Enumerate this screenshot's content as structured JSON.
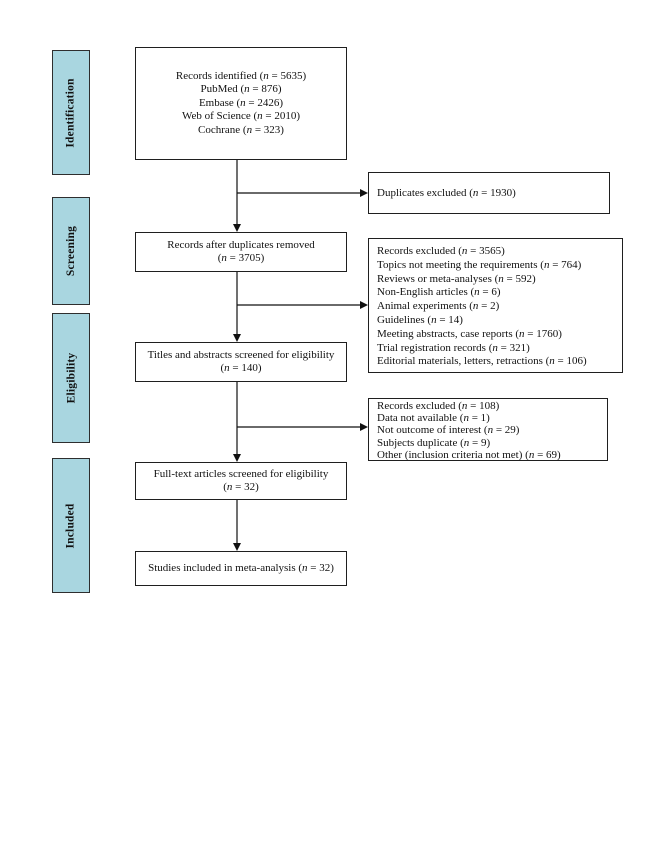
{
  "colors": {
    "stage_fill": "#a9d6e0",
    "box_border": "#1f1f1f",
    "arrow": "#111111"
  },
  "stages": [
    {
      "label": "Identification"
    },
    {
      "label": "Screening"
    },
    {
      "label": "Eligibility"
    },
    {
      "label": "Included"
    }
  ],
  "flow_boxes": [
    {
      "id": "records-identified",
      "lines": [
        "Records identified (n = 5635)",
        "PubMed (n = 876)",
        "Embase (n = 2426)",
        "Web of Science (n = 2010)",
        "Cochrane (n = 323)"
      ]
    },
    {
      "id": "records-after-duplicates",
      "lines": [
        "Records after duplicates removed",
        "(n = 3705)"
      ]
    },
    {
      "id": "titles-abstracts-screened",
      "lines": [
        "Titles and abstracts screened for eligibility",
        "(n = 140)"
      ]
    },
    {
      "id": "full-text-screened",
      "lines": [
        "Full-text articles screened for eligibility",
        "(n = 32)"
      ]
    },
    {
      "id": "studies-included",
      "lines": [
        "Studies included in meta-analysis (n = 32)"
      ]
    }
  ],
  "exclusion_boxes": [
    {
      "id": "duplicates-excluded",
      "lines": [
        "Duplicates excluded (n = 1930)"
      ]
    },
    {
      "id": "records-excluded-screening",
      "lines": [
        "Records excluded (n = 3565)",
        "Topics not meeting the requirements (n = 764)",
        "Reviews or meta-analyses (n = 592)",
        "Non-English articles (n = 6)",
        "Animal experiments (n = 2)",
        "Guidelines (n = 14)",
        "Meeting abstracts, case reports (n = 1760)",
        "Trial registration records (n = 321)",
        "Editorial materials, letters, retractions (n = 106)"
      ]
    },
    {
      "id": "records-excluded-eligibility",
      "lines": [
        "Records excluded (n = 108)",
        "Data not available (n = 1)",
        "Not outcome of interest (n = 29)",
        "Subjects duplicate (n = 9)",
        "Other (inclusion criteria not met) (n = 69)"
      ]
    }
  ]
}
